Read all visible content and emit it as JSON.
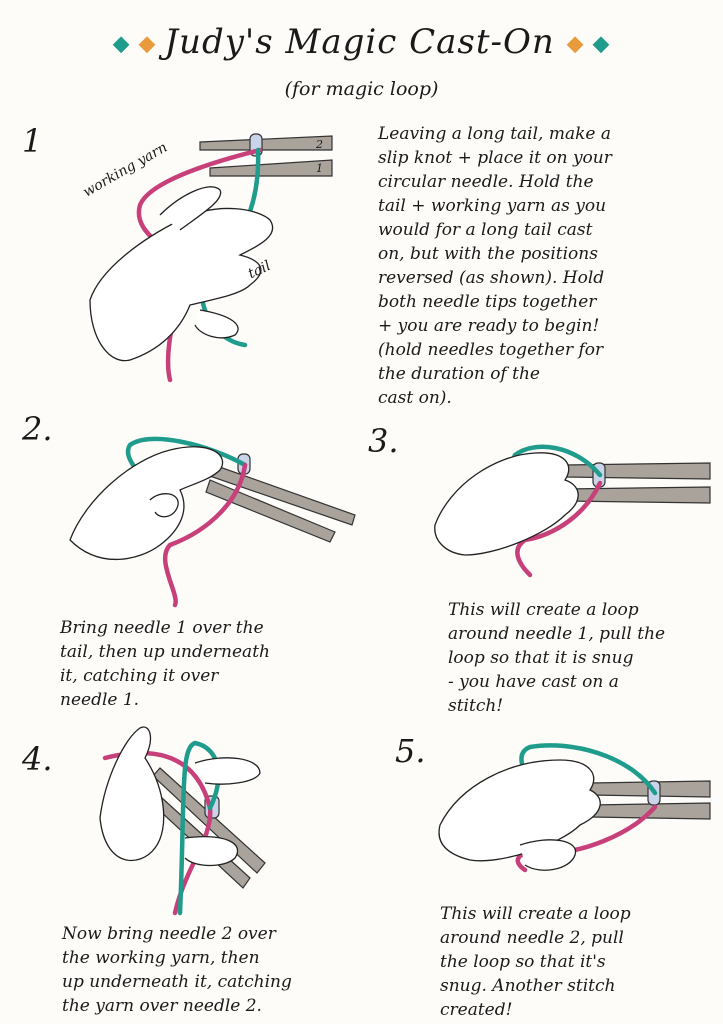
{
  "title": "Judy's Magic Cast-On",
  "subtitle": "(for magic loop)",
  "decor": {
    "diamond_left": "◆ ◆",
    "diamond_right": "◆ ◆"
  },
  "colors": {
    "working_yarn": "#c8407a",
    "tail_yarn": "#1f9c8c",
    "needle": "#a9a39b",
    "diamond_teal": "#1f9c8c",
    "diamond_orange": "#e89a3c"
  },
  "steps": [
    {
      "number": "1",
      "labels": {
        "working_yarn": "working yarn",
        "tail": "tail",
        "needle_top": "2",
        "needle_bottom": "1"
      },
      "text": "Leaving a long tail, make a\nslip knot + place it on your\ncircular needle. Hold the\ntail + working yarn as you\nwould for a long tail cast\non, but with the positions\nreversed (as shown). Hold\nboth needle tips together\n+ you are ready to begin!\n(hold needles together for\nthe duration of the\ncast on)."
    },
    {
      "number": "2.",
      "text": "Bring needle 1 over the\ntail, then up underneath\nit, catching it over\nneedle 1."
    },
    {
      "number": "3.",
      "text": "This will create a loop\naround needle 1, pull the\nloop so that it is snug\n- you have cast on a\nstitch!"
    },
    {
      "number": "4.",
      "text": "Now bring needle 2 over\nthe working yarn, then\nup underneath it, catching\nthe yarn over needle 2."
    },
    {
      "number": "5.",
      "text": "This will create a loop\naround needle 2, pull\nthe loop so that it's\nsnug. Another stitch\ncreated!"
    }
  ]
}
